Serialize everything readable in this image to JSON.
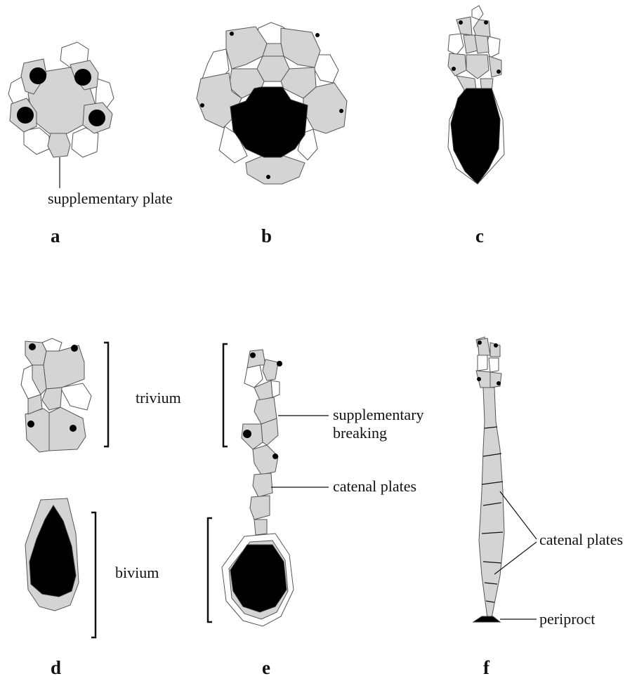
{
  "panels": [
    {
      "letter": "a"
    },
    {
      "letter": "b"
    },
    {
      "letter": "c"
    },
    {
      "letter": "d"
    },
    {
      "letter": "e"
    },
    {
      "letter": "f"
    }
  ],
  "annotations": {
    "supplementary_plate": "supplementary plate",
    "trivium": "trivium",
    "bivium": "bivium",
    "supplementary_breaking_line1": "supplementary",
    "supplementary_breaking_line2": "breaking",
    "catenal_plates_e": "catenal plates",
    "catenal_plates_f": "catenal plates",
    "periproct": "periproct"
  },
  "colors": {
    "plate_fill": "#d4d4d4",
    "outline": "#555555",
    "ink": "#000000",
    "background": "#ffffff"
  }
}
